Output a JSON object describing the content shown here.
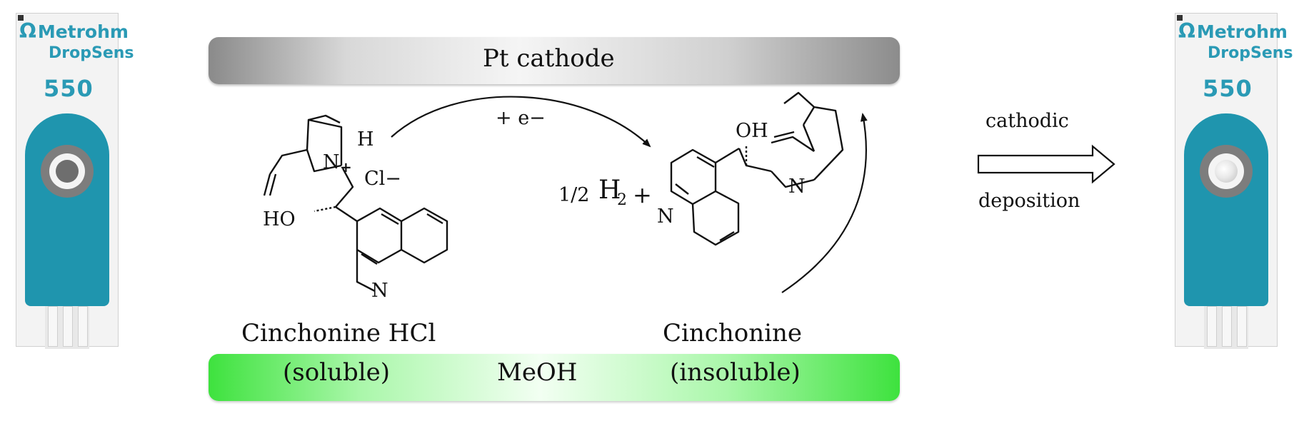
{
  "left_electrode": {
    "brand_line1": "Metrohm",
    "brand_line2": "DropSens",
    "model": "550"
  },
  "right_electrode": {
    "brand_line1": "Metrohm",
    "brand_line2": "DropSens",
    "model": "550"
  },
  "cathode": {
    "label": "Pt cathode"
  },
  "solvent": {
    "label": "MeOH"
  },
  "reactant": {
    "name": "Cinchonine HCl",
    "solubility": "(soluble)",
    "atoms": {
      "n": "N",
      "charge": "+",
      "h": "H",
      "counterion": "Cl−",
      "ho": "HO",
      "ring_n": "N"
    }
  },
  "electron_label": "+ e−",
  "hydrogen": {
    "coefficient": "1/2",
    "symbol": "H",
    "subscript": "2",
    "plus": "+"
  },
  "product": {
    "name": "Cinchonine",
    "solubility": "(insoluble)",
    "atoms": {
      "oh": "OH",
      "n": "N",
      "ring_n": "N"
    }
  },
  "process": {
    "line1": "cathodic",
    "line2": "deposition"
  },
  "colors": {
    "electrode_teal": "#1f95ae",
    "solvent_green": "#3ee23e",
    "cathode_gray": "#8a8a8a"
  }
}
